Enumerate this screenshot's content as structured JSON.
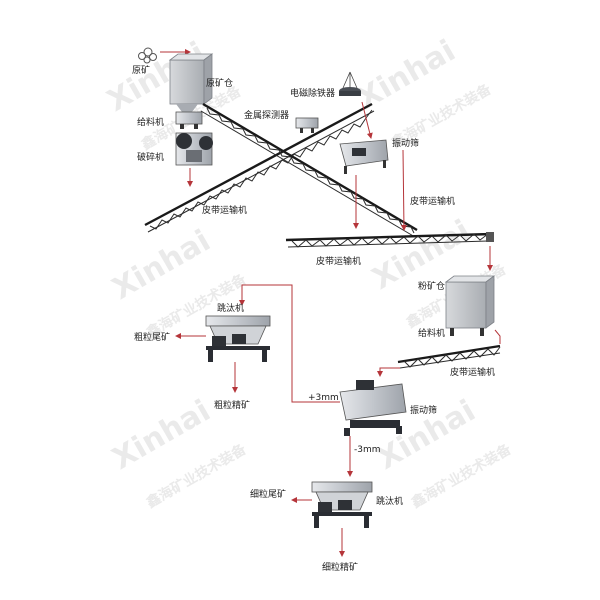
{
  "watermarks": {
    "brand": "Xinhai",
    "slogan": "鑫海矿业技术装备"
  },
  "labels": {
    "raw_ore": "原矿",
    "raw_ore_bin": "原矿仓",
    "feeder_1": "给料机",
    "metal_detector": "金属探测器",
    "magnetic_separator": "电磁除铁器",
    "vibrating_screen_1": "振动筛",
    "crusher": "破碎机",
    "belt_conveyor_1": "皮带运输机",
    "belt_conveyor_2": "皮带运输机",
    "belt_conveyor_3": "皮带运输机",
    "belt_conveyor_4": "皮带运输机",
    "fine_ore_bin": "粉矿仓",
    "feeder_2": "给料机",
    "jig_1": "跳汰机",
    "coarse_tailings": "粗粒尾矿",
    "coarse_concentrate": "粗粒精矿",
    "plus_3mm": "+3mm",
    "vibrating_screen_2": "振动筛",
    "minus_3mm": "-3mm",
    "fine_tailings": "细粒尾矿",
    "jig_2": "跳汰机",
    "fine_concentrate": "细粒精矿"
  },
  "colors": {
    "flow_line": "#b5353a",
    "machine_body": "#c9ccd1",
    "machine_dark": "#2a2d33",
    "conveyor": "#1a1a1a"
  },
  "icons": {
    "raw_ore": "ore-pile-icon",
    "magnet": "electromagnet-icon"
  }
}
